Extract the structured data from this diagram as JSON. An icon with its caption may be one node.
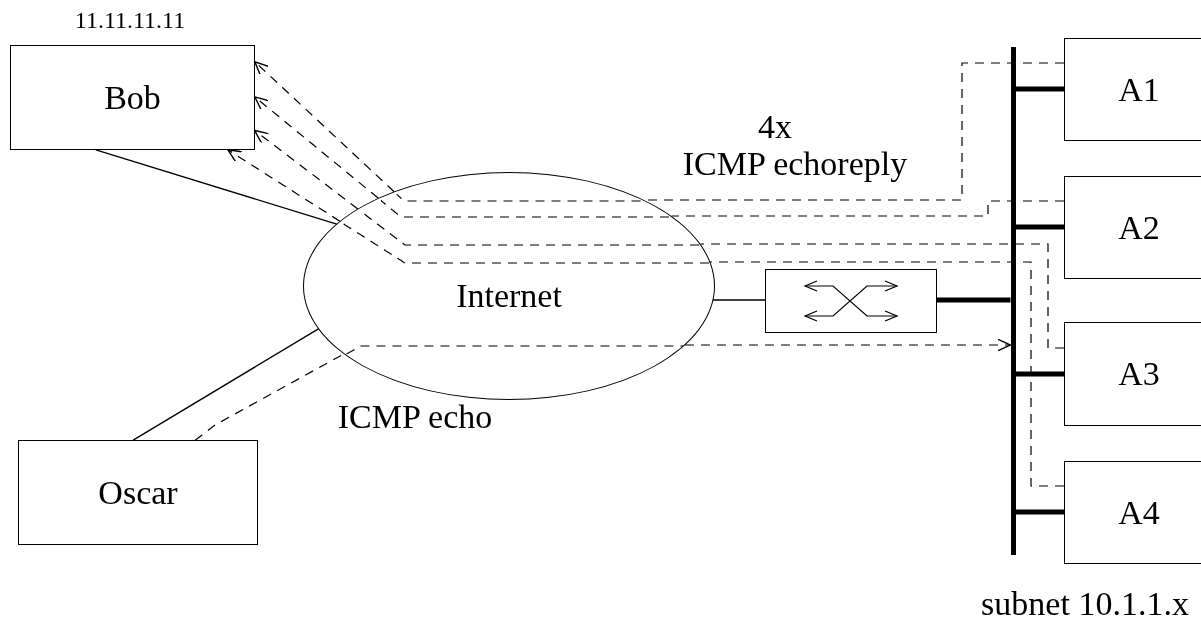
{
  "diagram": {
    "nodes": [
      {
        "text": [
          "Bob"
        ],
        "beside": [
          "11.11.11.11"
        ]
      },
      {
        "text": [
          "Oscar"
        ]
      },
      {
        "text": [
          "Internet"
        ]
      },
      {
        "text": [],
        "shape": "box"
      },
      {
        "text": [],
        "shape": "bar",
        "beside": [
          "subnet 10.1.1.x"
        ]
      },
      {
        "text": [
          "A1"
        ]
      },
      {
        "text": [
          "A2"
        ]
      },
      {
        "text": [
          "A3"
        ]
      },
      {
        "text": [
          "A4"
        ]
      }
    ],
    "edges": [
      {
        "from": 0,
        "to": 2,
        "arrow": "none"
      },
      {
        "from": 1,
        "to": 2,
        "arrow": "none"
      },
      {
        "from": 2,
        "to": 3,
        "arrow": "none"
      },
      {
        "from": 3,
        "to": 4,
        "arrow": "none",
        "style": "thick"
      },
      {
        "from": 4,
        "to": 5,
        "arrow": "none",
        "style": "thick"
      },
      {
        "from": 4,
        "to": 6,
        "arrow": "none",
        "style": "thick"
      },
      {
        "from": 4,
        "to": 7,
        "arrow": "none",
        "style": "thick"
      },
      {
        "from": 4,
        "to": 8,
        "arrow": "none",
        "style": "thick"
      },
      {
        "from": 1,
        "to": 2,
        "arrow": "none",
        "style": "dashed",
        "label": "ICMP echo"
      },
      {
        "from": 2,
        "to": 4,
        "arrow": "to",
        "style": "dashed"
      },
      {
        "from": 5,
        "to": 2,
        "arrow": "none",
        "style": "dashed"
      },
      {
        "from": 6,
        "to": 2,
        "arrow": "none",
        "style": "dashed"
      },
      {
        "from": 7,
        "to": 2,
        "arrow": "none",
        "style": "dashed"
      },
      {
        "from": 8,
        "to": 2,
        "arrow": "none",
        "style": "dashed"
      },
      {
        "from": 2,
        "to": 0,
        "arrow": "to",
        "style": "dashed"
      },
      {
        "from": 2,
        "to": 0,
        "arrow": "to",
        "style": "dashed"
      },
      {
        "from": 2,
        "to": 0,
        "arrow": "to",
        "style": "dashed"
      },
      {
        "from": 2,
        "to": 0,
        "arrow": "to",
        "style": "dashed"
      }
    ],
    "labels": [
      "4x",
      "ICMP echoreply"
    ]
  }
}
